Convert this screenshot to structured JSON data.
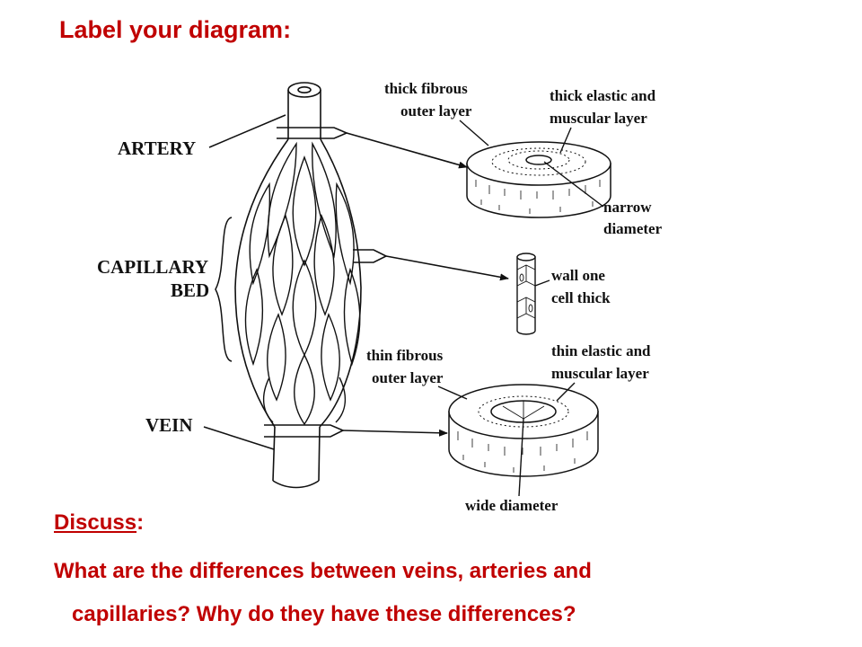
{
  "title": "Label your diagram:",
  "diagram": {
    "labels": {
      "artery": "ARTERY",
      "capillary_1": "CAPILLARY",
      "capillary_2": "BED",
      "vein": "VEIN",
      "artery_outer_1": "thick fibrous",
      "artery_outer_2": "outer layer",
      "artery_muscle_1": "thick elastic and",
      "artery_muscle_2": "muscular layer",
      "artery_lumen_1": "narrow",
      "artery_lumen_2": "diameter",
      "capillary_wall_1": "wall one",
      "capillary_wall_2": "cell thick",
      "vein_outer_1": "thin fibrous",
      "vein_outer_2": "outer layer",
      "vein_muscle_1": "thin elastic and",
      "vein_muscle_2": "muscular layer",
      "vein_lumen": "wide diameter"
    }
  },
  "discuss": {
    "heading": "Discuss",
    "colon": ":",
    "question_line1": "What are the differences between veins, arteries and",
    "question_line2": "capillaries? Why do they have these differences?"
  }
}
